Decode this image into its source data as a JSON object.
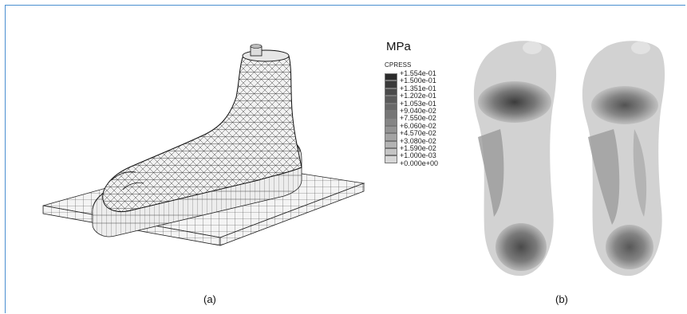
{
  "figure": {
    "caption_a": "(a)",
    "caption_b": "(b)"
  },
  "legend": {
    "unit": "MPa",
    "variable": "CPRESS",
    "ticks": [
      "+1.554e-01",
      "+1.500e-01",
      "+1.351e-01",
      "+1.202e-01",
      "+1.053e-01",
      "+9.040e-02",
      "+7.550e-02",
      "+6.060e-02",
      "+4.570e-02",
      "+3.080e-02",
      "+1.590e-02",
      "+1.000e-03",
      "+0.000e+00"
    ],
    "colors": [
      "#2b2b2b",
      "#3a3a3a",
      "#4a4a4a",
      "#5a5a5a",
      "#686868",
      "#767676",
      "#858585",
      "#939393",
      "#a3a3a3",
      "#b3b3b3",
      "#c4c4c4",
      "#d6d6d6",
      "#e8e8e8"
    ]
  }
}
